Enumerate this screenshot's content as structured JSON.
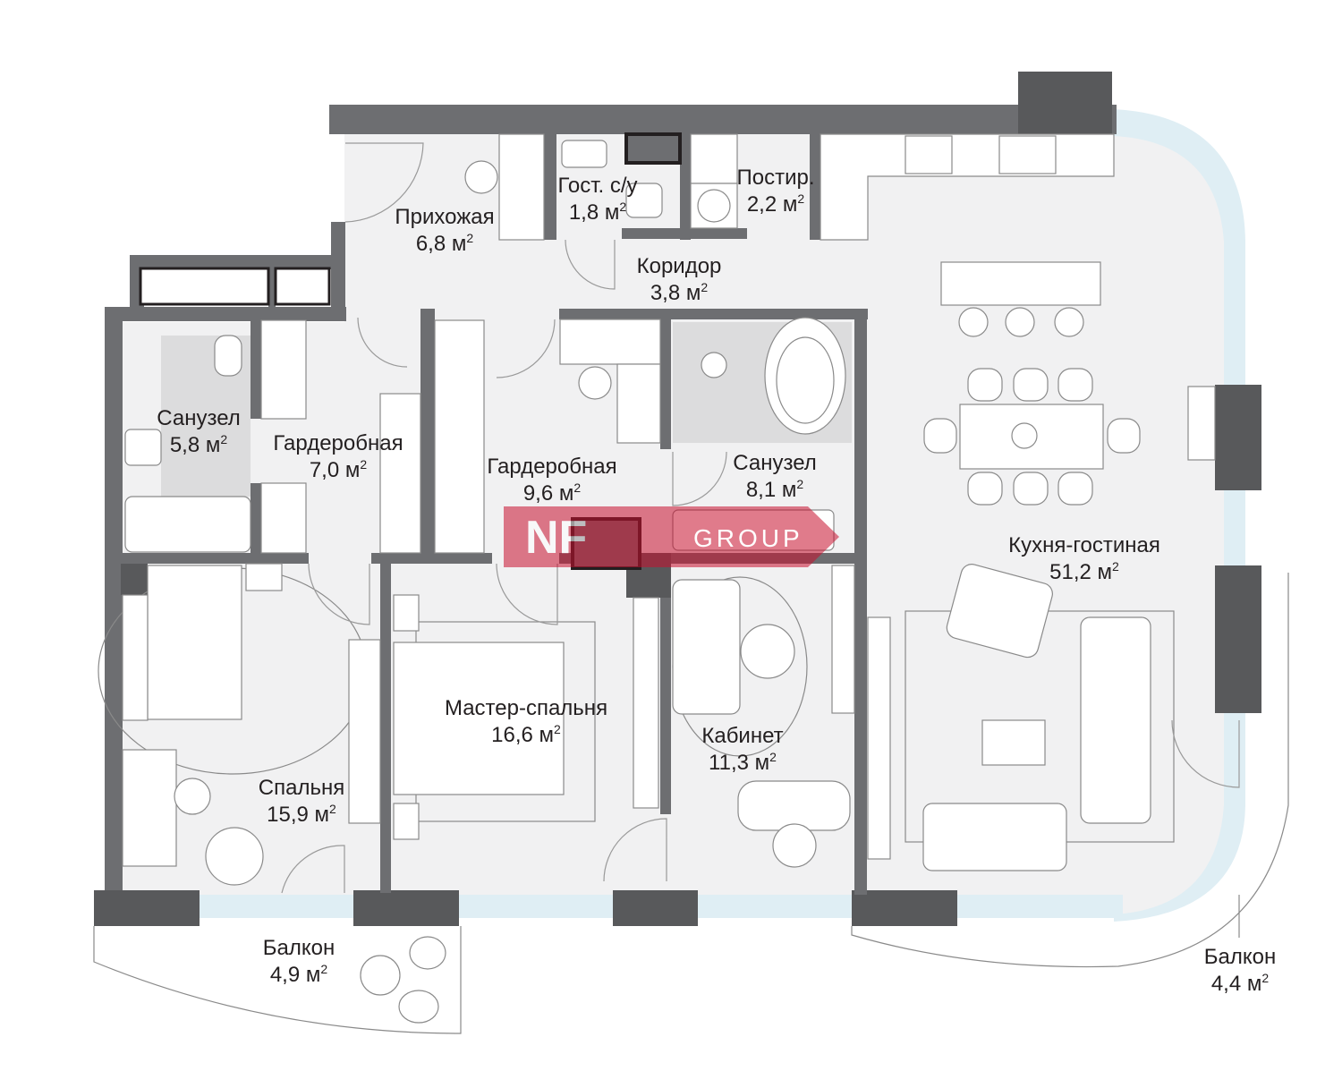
{
  "rooms": [
    {
      "name": "Прихожая",
      "area": "6,8 м",
      "unit_sup": "2"
    },
    {
      "name": "Гост. с/у",
      "area": "1,8 м",
      "unit_sup": "2"
    },
    {
      "name": "Постир.",
      "area": "2,2 м",
      "unit_sup": "2"
    },
    {
      "name": "Коридор",
      "area": "3,8 м",
      "unit_sup": "2"
    },
    {
      "name": "Санузел",
      "area": "5,8 м",
      "unit_sup": "2"
    },
    {
      "name": "Гардеробная",
      "area": "7,0 м",
      "unit_sup": "2"
    },
    {
      "name": "Гардеробная",
      "area": "9,6 м",
      "unit_sup": "2"
    },
    {
      "name": "Санузел",
      "area": "8,1 м",
      "unit_sup": "2"
    },
    {
      "name": "Кухня-гостиная",
      "area": "51,2 м",
      "unit_sup": "2"
    },
    {
      "name": "Мастер-спальня",
      "area": "16,6 м",
      "unit_sup": "2"
    },
    {
      "name": "Кабинет",
      "area": "11,3 м",
      "unit_sup": "2"
    },
    {
      "name": "Спальня",
      "area": "15,9 м",
      "unit_sup": "2"
    },
    {
      "name": "Балкон",
      "area": "4,9 м",
      "unit_sup": "2"
    },
    {
      "name": "Балкон",
      "area": "4,4 м",
      "unit_sup": "2"
    }
  ],
  "watermark": {
    "mark": "NF",
    "text": "GROUP",
    "color": "#c8102e"
  },
  "colors": {
    "wall": "#6d6e71",
    "floor": "#f1f1f2",
    "glass": "#dfeef4",
    "text": "#231f20"
  }
}
